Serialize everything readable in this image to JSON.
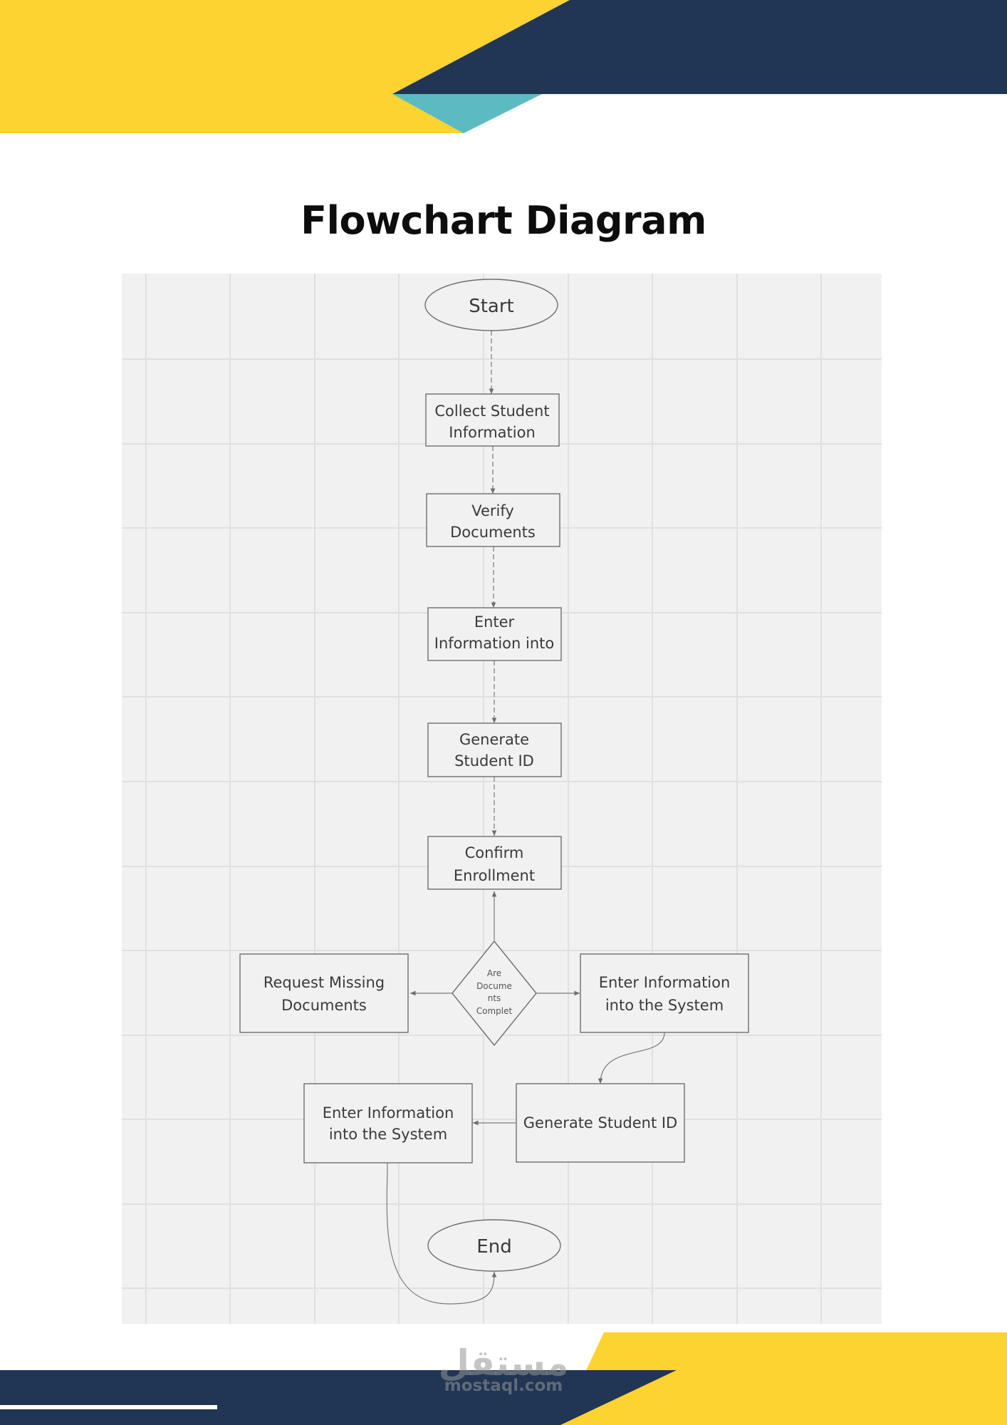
{
  "page": {
    "title": "Flowchart Diagram",
    "colors": {
      "yellow": "#fdd331",
      "navy": "#213555",
      "teal": "#5bbac2",
      "canvas": "#f1f1f1"
    }
  },
  "flowchart": {
    "start": "Start",
    "collect": [
      "Collect Student",
      "Information"
    ],
    "verify": [
      "Verify",
      "Documents"
    ],
    "enter_top": [
      "Enter",
      "Information into"
    ],
    "generate_top": [
      "Generate",
      "Student ID"
    ],
    "confirm": [
      "Confirm",
      "Enrollment"
    ],
    "decision": [
      "Are",
      "Docume",
      "nts",
      "Complet"
    ],
    "request": [
      "Request Missing",
      "Documents"
    ],
    "enter_right": [
      "Enter Information",
      "into the System"
    ],
    "generate_bottom": "Generate Student ID",
    "enter_bottom": [
      "Enter Information",
      "into the System"
    ],
    "end": "End"
  },
  "watermark": {
    "arabic": "مستقل",
    "latin": "mostaql.com"
  }
}
